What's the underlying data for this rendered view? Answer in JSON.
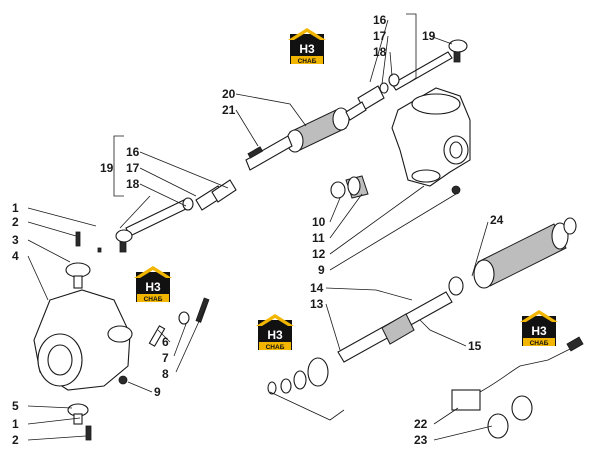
{
  "brand": {
    "logo_mark": "H3",
    "logo_sub": "CHAБ",
    "accent_color": "#f2b600",
    "logo_dark": "#111111"
  },
  "callouts": {
    "c1": "1",
    "c2": "2",
    "c3": "3",
    "c4": "4",
    "c5": "5",
    "c6": "6",
    "c7": "7",
    "c8": "8",
    "c9": "9",
    "c10": "10",
    "c11": "11",
    "c12": "12",
    "c13": "13",
    "c14": "14",
    "c15": "15",
    "c16": "16",
    "c17": "17",
    "c18": "18",
    "c19": "19",
    "c20": "20",
    "c21": "21",
    "c22": "22",
    "c23": "23",
    "c24": "24"
  }
}
